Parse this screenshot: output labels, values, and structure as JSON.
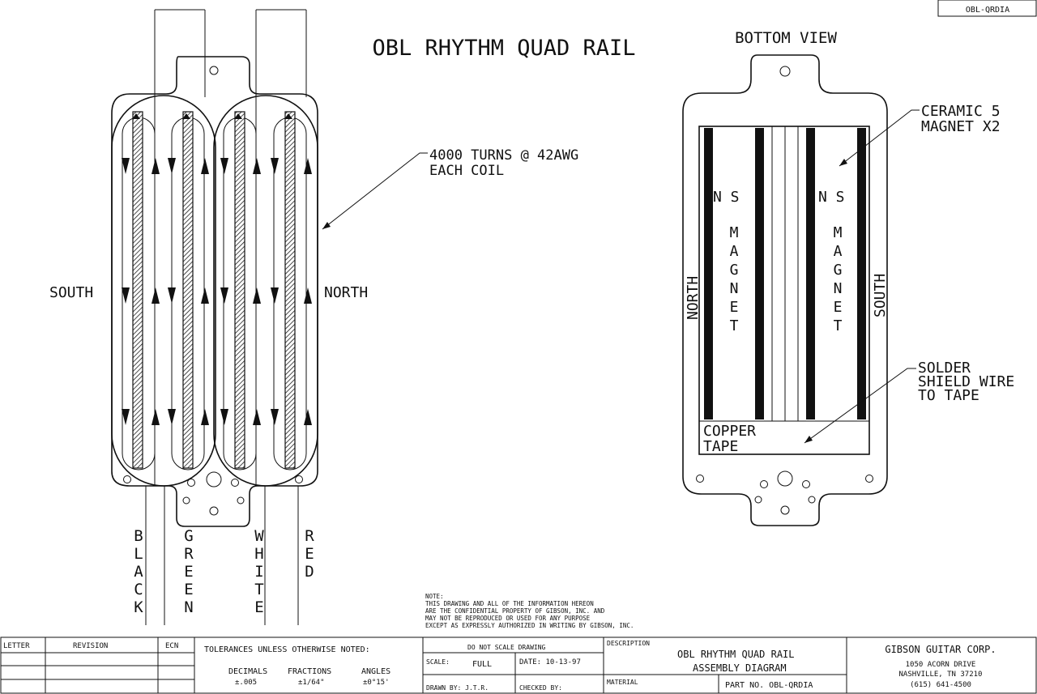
{
  "drawing_id": "OBL-QRDIA",
  "title": "OBL RHYTHM QUAD RAIL",
  "bottom_view_label": "BOTTOM VIEW",
  "coil_note": {
    "line1": "4000 TURNS @ 42AWG",
    "line2": "EACH COIL"
  },
  "pole_labels": {
    "left": "SOUTH",
    "right": "NORTH"
  },
  "wires": [
    {
      "name": "black",
      "letters": [
        "B",
        "L",
        "A",
        "C",
        "K"
      ]
    },
    {
      "name": "green",
      "letters": [
        "G",
        "R",
        "E",
        "E",
        "N"
      ]
    },
    {
      "name": "white",
      "letters": [
        "W",
        "H",
        "I",
        "T",
        "E"
      ]
    },
    {
      "name": "red",
      "letters": [
        "R",
        "E",
        "D"
      ]
    }
  ],
  "magnet_note": {
    "line1": "CERAMIC 5",
    "line2": "MAGNET X2"
  },
  "solder_note": {
    "line1": "SOLDER",
    "line2": "SHIELD WIRE",
    "line3": "TO TAPE"
  },
  "bottom_labels": {
    "north": "NORTH",
    "south": "SOUTH",
    "ns_left": "N S",
    "ns_right": "N S",
    "magnet_letters": [
      "M",
      "A",
      "G",
      "N",
      "E",
      "T"
    ],
    "copper_line1": "COPPER",
    "copper_line2": "TAPE"
  },
  "confidential_note": [
    "NOTE:",
    "THIS DRAWING AND ALL OF THE INFORMATION HEREON",
    "ARE THE CONFIDENTIAL PROPERTY OF GIBSON, INC. AND",
    "MAY NOT BE REPRODUCED OR USED FOR ANY PURPOSE",
    "EXCEPT AS EXPRESSLY AUTHORIZED IN WRITING BY GIBSON, INC."
  ],
  "title_block": {
    "letter": "LETTER",
    "revision": "REVISION",
    "ecn": "ECN",
    "tolerances": "TOLERANCES UNLESS OTHERWISE NOTED:",
    "decimals_label": "DECIMALS",
    "decimals_value": "±.005",
    "fractions_label": "FRACTIONS",
    "fractions_value": "±1/64\"",
    "angles_label": "ANGLES",
    "angles_value": "±0°15'",
    "do_not_scale": "DO NOT SCALE DRAWING",
    "scale": "SCALE:",
    "scale_value": "FULL",
    "date": "DATE: 10-13-97",
    "drawn_by": "DRAWN BY: J.T.R.",
    "checked_by": "CHECKED BY:",
    "description_label": "DESCRIPTION",
    "description_line1": "OBL RHYTHM QUAD RAIL",
    "description_line2": "ASSEMBLY DIAGRAM",
    "material": "MATERIAL",
    "part_no": "PART NO. OBL-QRDIA",
    "company": "GIBSON GUITAR CORP.",
    "address1": "1050 ACORN DRIVE",
    "address2": "NASHVILLE, TN 37210",
    "phone": "(615) 641-4500"
  }
}
